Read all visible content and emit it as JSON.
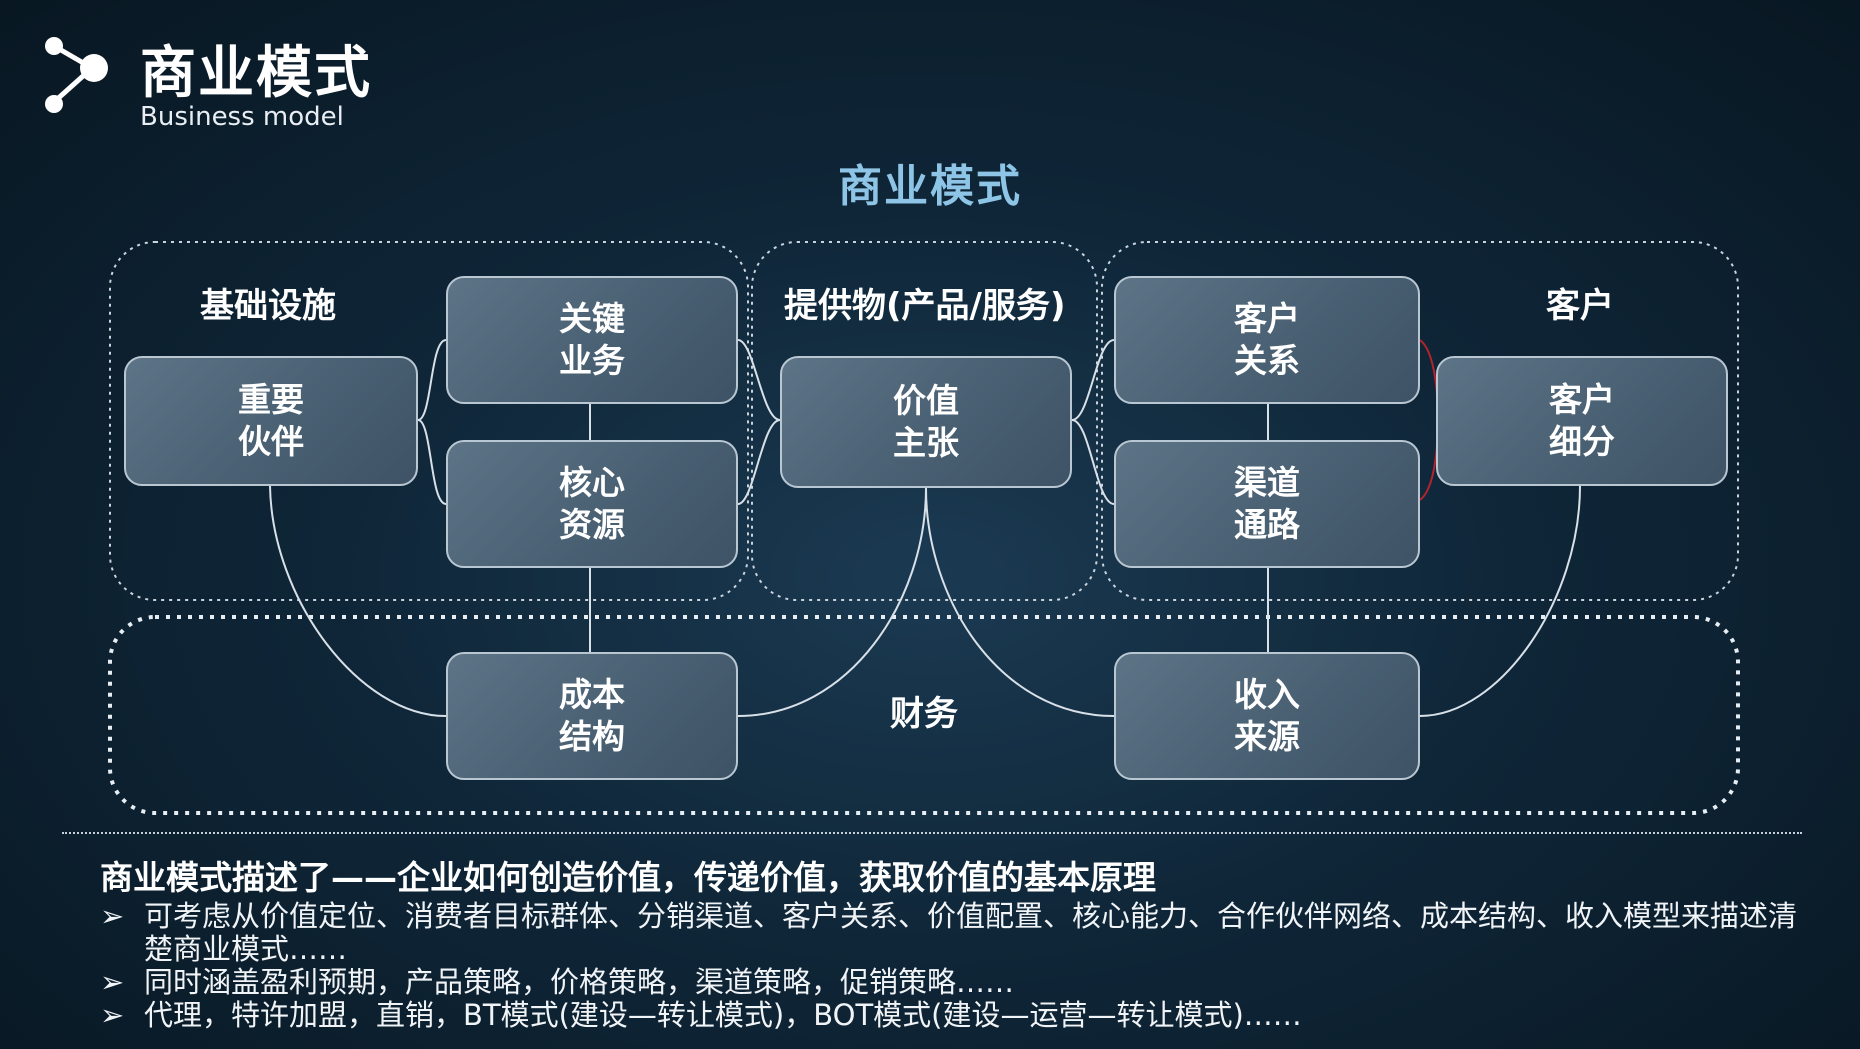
{
  "header": {
    "title": "商业模式",
    "subtitle": "Business model"
  },
  "diagram": {
    "title": "商业模式",
    "groups": {
      "infrastructure": "基础设施",
      "offering": "提供物(产品/服务)",
      "customer": "客户",
      "finance": "财务"
    },
    "boxes": {
      "key_partners": "重要伙伴",
      "key_activities": "关键业务",
      "key_resources": "核心资源",
      "value_proposition": "价值主张",
      "customer_relationships": "客户关系",
      "channels": "渠道通路",
      "customer_segments": "客户细分",
      "cost_structure": "成本结构",
      "revenue_streams": "收入来源"
    }
  },
  "notes": {
    "lead": "商业模式描述了——企业如何创造价值，传递价值，获取价值的基本原理",
    "bullet_glyph": "➢",
    "bullets": [
      "可考虑从价值定位、消费者目标群体、分销渠道、客户关系、价值配置、核心能力、合作伙伴网络、成本结构、收入模型来描述清楚商业模式……",
      "同时涵盖盈利预期，产品策略，价格策略，渠道策略，促销策略……",
      "代理，特许加盟，直销，BT模式(建设—转让模式)，BOT模式(建设—运营—转让模式)……"
    ]
  },
  "colors": {
    "background": "#0f2638",
    "accent_title": "#8ec5e6",
    "box_fill": "#4e6477",
    "box_border": "#b9c7d3",
    "red_bracket": "#b3242c"
  },
  "icons": [
    "network-logo-icon",
    "arrow-bullet-icon"
  ]
}
